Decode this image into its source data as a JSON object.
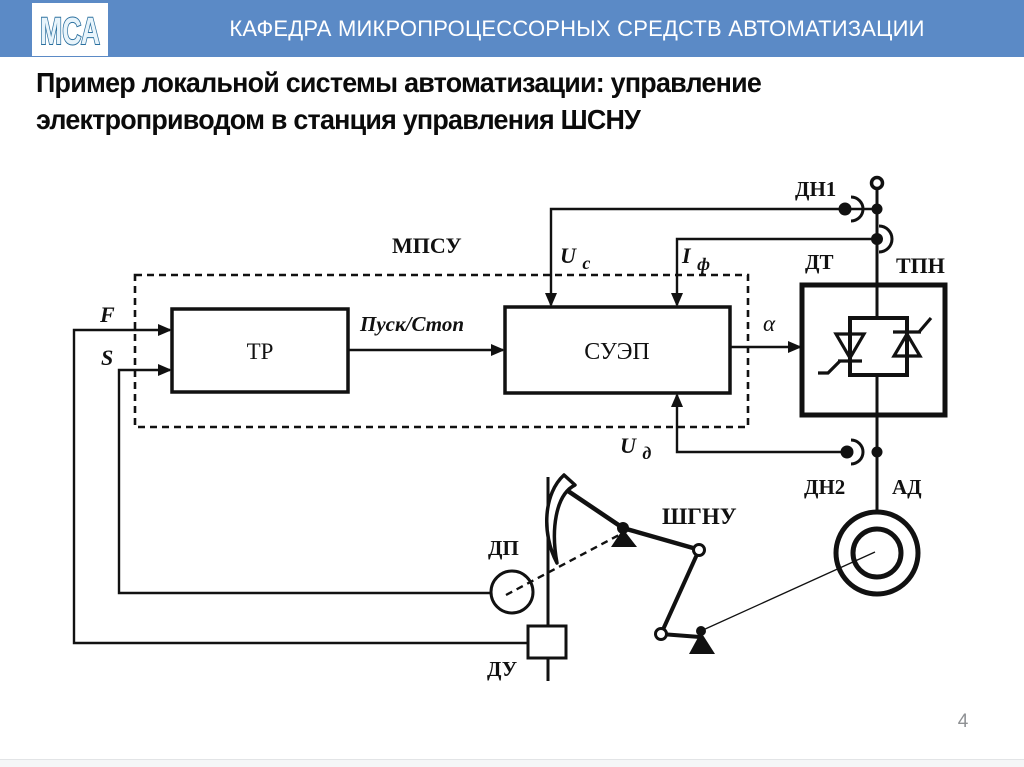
{
  "header": {
    "logo_text": "МСА",
    "title": "КАФЕДРА МИКРОПРОЦЕССОРНЫХ СРЕДСТВ АВТОМАТИЗАЦИИ"
  },
  "slide": {
    "title_line1": "Пример локальной системы автоматизации: управление",
    "title_line2": "электроприводом в станция управления ШСНУ",
    "page_number": "4"
  },
  "colors": {
    "header_bg": "#5b8ac6",
    "header_text": "#ffffff",
    "logo_letters": "#2a6f9e",
    "diagram_ink": "#111111",
    "page_number_text": "#8f9194"
  },
  "diagram": {
    "mpsu_label": "МПСУ",
    "blocks": {
      "tr": "ТР",
      "suep": "СУЭП",
      "tpn": "ТПН"
    },
    "signals": {
      "f": "F",
      "s": "S",
      "start_stop": "Пуск/Стоп",
      "uc_base": "U",
      "uc_sub": "c",
      "if_base": "I",
      "if_sub": "ф",
      "ud_base": "U",
      "ud_sub": "д",
      "alpha": "α"
    },
    "labels": {
      "dn1": "ДН1",
      "dt": "ДТ",
      "dn2": "ДН2",
      "ad": "АД",
      "dp": "ДП",
      "du": "ДУ",
      "shgnu": "ШГНУ"
    }
  }
}
